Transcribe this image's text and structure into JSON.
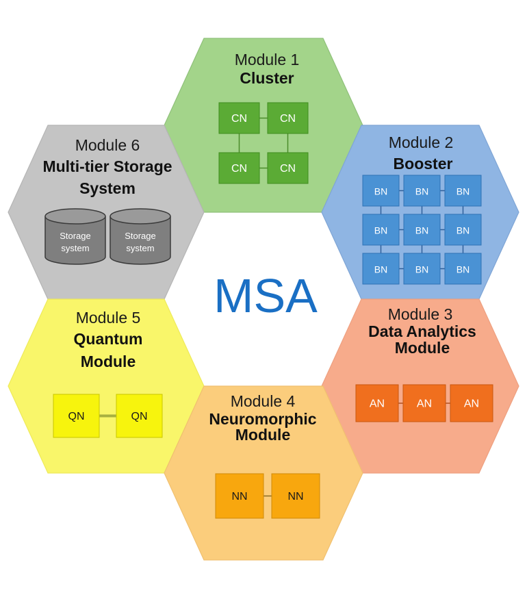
{
  "center_label": "MSA",
  "modules": {
    "m1": {
      "number": "Module 1",
      "name": [
        "Cluster"
      ],
      "node_label": "CN",
      "colors": {
        "hex_fill": "#a3d48a",
        "hex_stroke": "#8fc07a",
        "node_fill": "#5bab35",
        "node_stroke": "#3f8c1f",
        "node_text": "#ffffff",
        "link": "#4a8c2a"
      }
    },
    "m2": {
      "number": "Module 2",
      "name": [
        "Booster"
      ],
      "node_label": "BN",
      "colors": {
        "hex_fill": "#8fb5e3",
        "hex_stroke": "#7fa5d5",
        "node_fill": "#4a92d4",
        "node_stroke": "#2f72b5",
        "node_text": "#ffffff",
        "link": "#2f5f9a"
      }
    },
    "m3": {
      "number": "Module 3",
      "name": [
        "Data Analytics",
        "Module"
      ],
      "node_label": "AN",
      "colors": {
        "hex_fill": "#f7ab8b",
        "hex_stroke": "#eea080",
        "node_fill": "#f06f1e",
        "node_stroke": "#c9570f",
        "node_text": "#ffffff",
        "link": "#b05020"
      }
    },
    "m4": {
      "number": "Module 4",
      "name": [
        "Neuromorphic",
        "Module"
      ],
      "node_label": "NN",
      "colors": {
        "hex_fill": "#fbcd7c",
        "hex_stroke": "#f0c070",
        "node_fill": "#f8a70e",
        "node_stroke": "#d08a08",
        "node_text": "#1a1a1a",
        "link": "#8a6a20"
      }
    },
    "m5": {
      "number": "Module 5",
      "name": [
        "Quantum",
        "Module"
      ],
      "node_label": "QN",
      "colors": {
        "hex_fill": "#f9f66a",
        "hex_stroke": "#eeea5a",
        "node_fill": "#f7f40d",
        "node_stroke": "#c9c600",
        "node_text": "#1a1a1a",
        "link": "#a8b040"
      }
    },
    "m6": {
      "number": "Module 6",
      "name": [
        "Multi-tier Storage",
        "System"
      ],
      "storage_label_line1": "Storage",
      "storage_label_line2": "system",
      "colors": {
        "hex_fill": "#c4c4c4",
        "hex_stroke": "#b5b5b5",
        "node_fill": "#7f7f7f",
        "node_stroke": "#3a3a3a",
        "node_text": "#ffffff",
        "link": "#555555"
      }
    }
  },
  "accent_color": "#1a6fc4"
}
